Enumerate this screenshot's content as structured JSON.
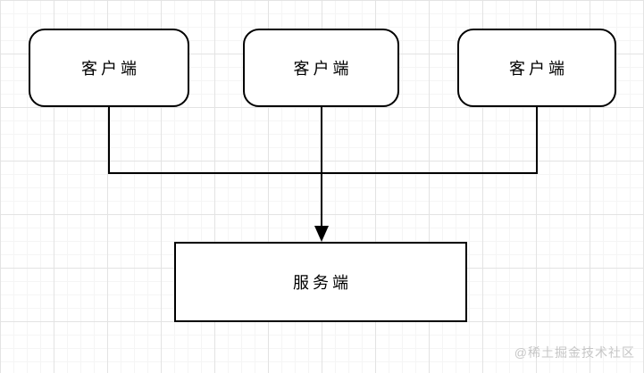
{
  "diagram": {
    "clients": [
      {
        "label": "客户端"
      },
      {
        "label": "客户端"
      },
      {
        "label": "客户端"
      }
    ],
    "server": {
      "label": "服务端"
    },
    "connector": {
      "arrow": "arrow-down"
    }
  },
  "watermark": {
    "text": "@稀土掘金技术社区"
  },
  "colors": {
    "canvas_bg": "#ffffff",
    "grid_minor": "#f5f5f5",
    "grid_major": "#e3e3e3",
    "shape_border": "#000000",
    "shape_fill": "#ffffff",
    "connector_line": "#000000",
    "label_text": "#000000",
    "watermark_text": "#c6c6c6"
  }
}
